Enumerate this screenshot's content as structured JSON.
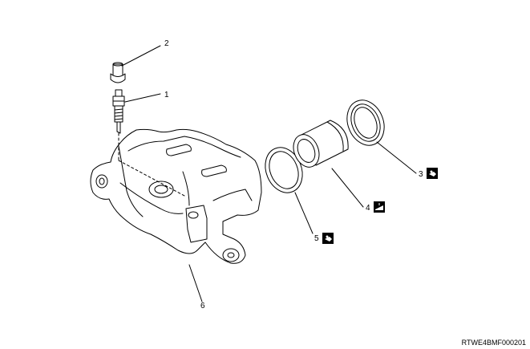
{
  "diagram": {
    "callouts": [
      {
        "number": "2"
      },
      {
        "number": "1"
      },
      {
        "number": "3",
        "icon": "grease-icon"
      },
      {
        "number": "4",
        "icon": "oil-can-icon"
      },
      {
        "number": "5",
        "icon": "grease-icon"
      },
      {
        "number": "6"
      }
    ],
    "reference_code": "RTWE4BMF000201",
    "colors": {
      "line": "#000000",
      "background": "#ffffff",
      "icon_fill": "#000000"
    }
  }
}
